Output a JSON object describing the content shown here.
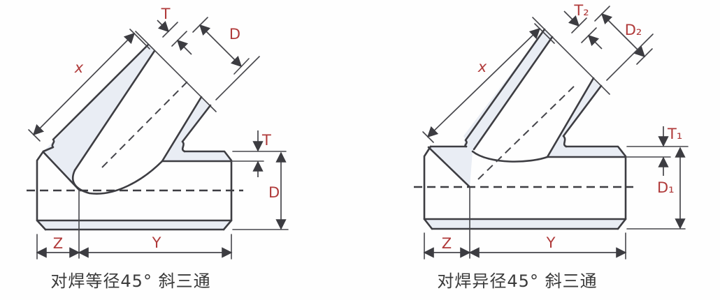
{
  "title": "45-degree lateral tee butt-weld fitting dimension diagrams",
  "colors": {
    "line": "#3d3d42",
    "dimension_line": "#46464b",
    "label": "#b03a3a",
    "pipe_fill": "#e9edf4",
    "caption": "#3a3a3a",
    "background": "#fefefe"
  },
  "figures": [
    {
      "id": "equal-lateral-tee",
      "caption": "对焊等径45° 斜三通",
      "labels": {
        "branch_length": "x",
        "branch_wall": "T",
        "branch_od": "D",
        "run_wall": "T",
        "run_od": "D",
        "z_segment": "Z",
        "y_segment": "Y"
      }
    },
    {
      "id": "reducing-lateral-tee",
      "caption": "对焊异径45° 斜三通",
      "labels": {
        "branch_length": "x",
        "branch_wall": "T₂",
        "branch_od": "D₂",
        "run_wall": "T₁",
        "run_od": "D₁",
        "z_segment": "Z",
        "y_segment": "Y"
      }
    }
  ]
}
